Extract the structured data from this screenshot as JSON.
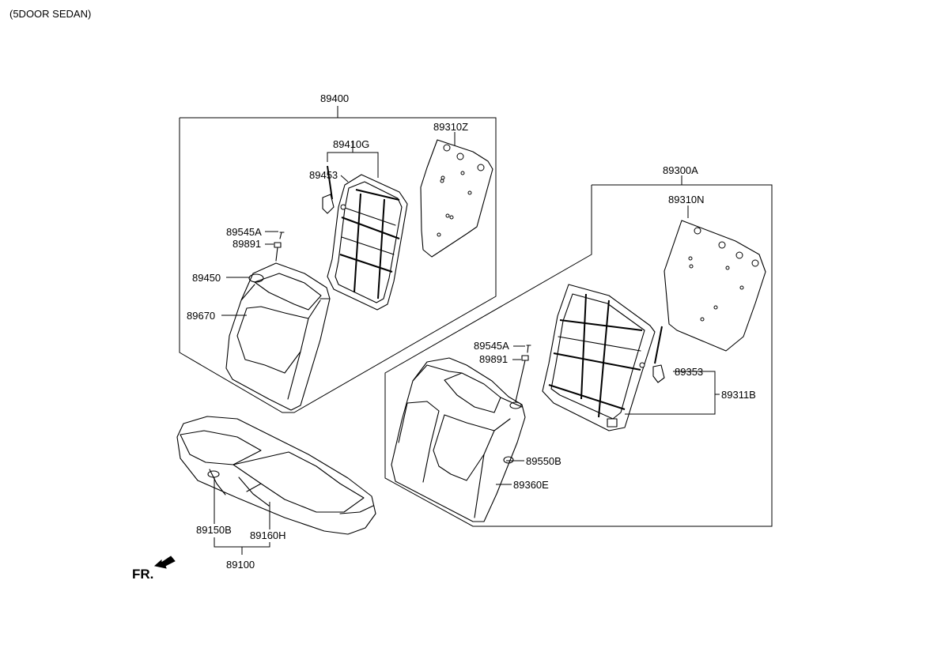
{
  "header_note": "(5DOOR SEDAN)",
  "front_label": "FR.",
  "labels": {
    "p89400": "89400",
    "p89310Z": "89310Z",
    "p89410G": "89410G",
    "p89453": "89453",
    "p89545A_l": "89545A",
    "p89891_l": "89891",
    "p89450": "89450",
    "p89670": "89670",
    "p89300A": "89300A",
    "p89310N": "89310N",
    "p89545A_r": "89545A",
    "p89891_r": "89891",
    "p89353": "89353",
    "p89311B": "89311B",
    "p89550B": "89550B",
    "p89360E": "89360E",
    "p89150B": "89150B",
    "p89160H": "89160H",
    "p89100": "89100"
  }
}
